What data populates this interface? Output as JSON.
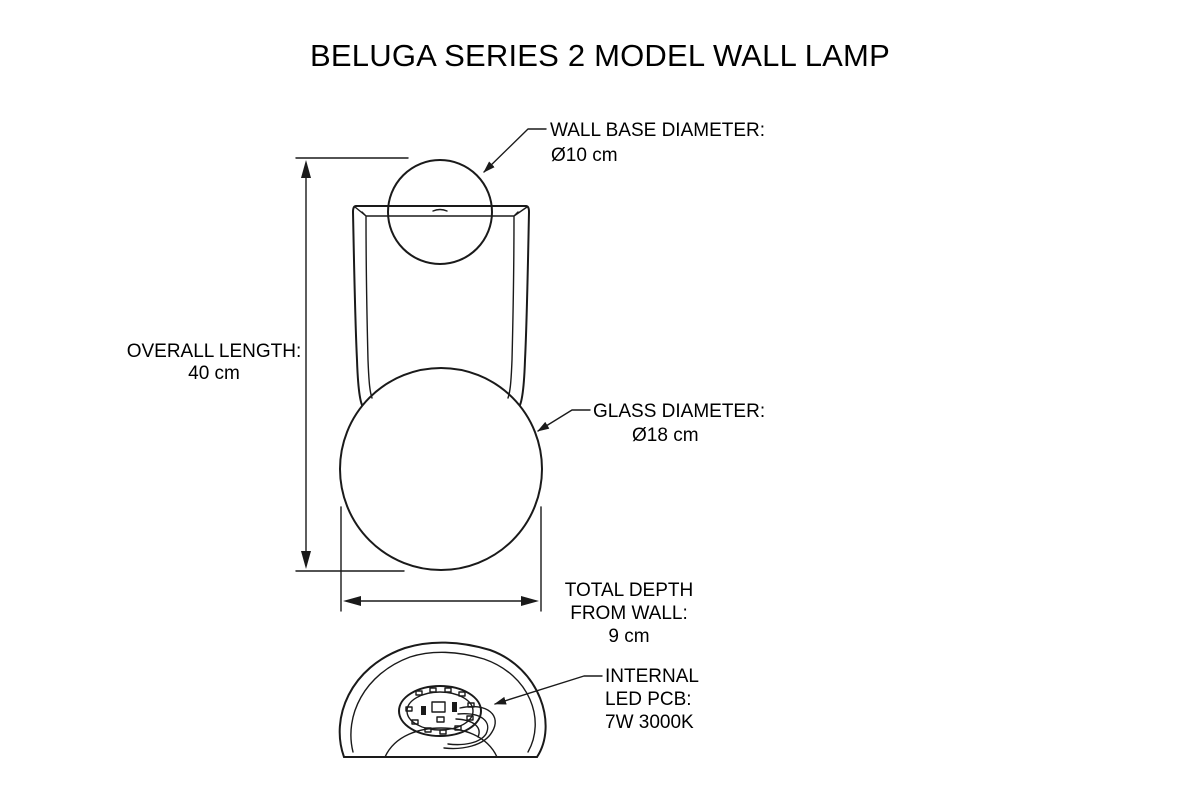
{
  "title": "BELUGA SERIES 2 MODEL WALL LAMP",
  "annotations": {
    "wall_base": {
      "line1": "WALL BASE DIAMETER:",
      "line2": "Ø10 cm"
    },
    "overall_length": {
      "line1": "OVERALL LENGTH:",
      "line2": "40 cm"
    },
    "glass": {
      "line1": "GLASS DIAMETER:",
      "line2": "Ø18 cm"
    },
    "depth": {
      "line1": "TOTAL DEPTH",
      "line2": "FROM WALL:",
      "line3": "9 cm"
    },
    "pcb": {
      "line1": "INTERNAL",
      "line2": "LED PCB:",
      "line3": "7W 3000K"
    }
  },
  "colors": {
    "ink": "#1a1a1a",
    "background": "#ffffff"
  }
}
